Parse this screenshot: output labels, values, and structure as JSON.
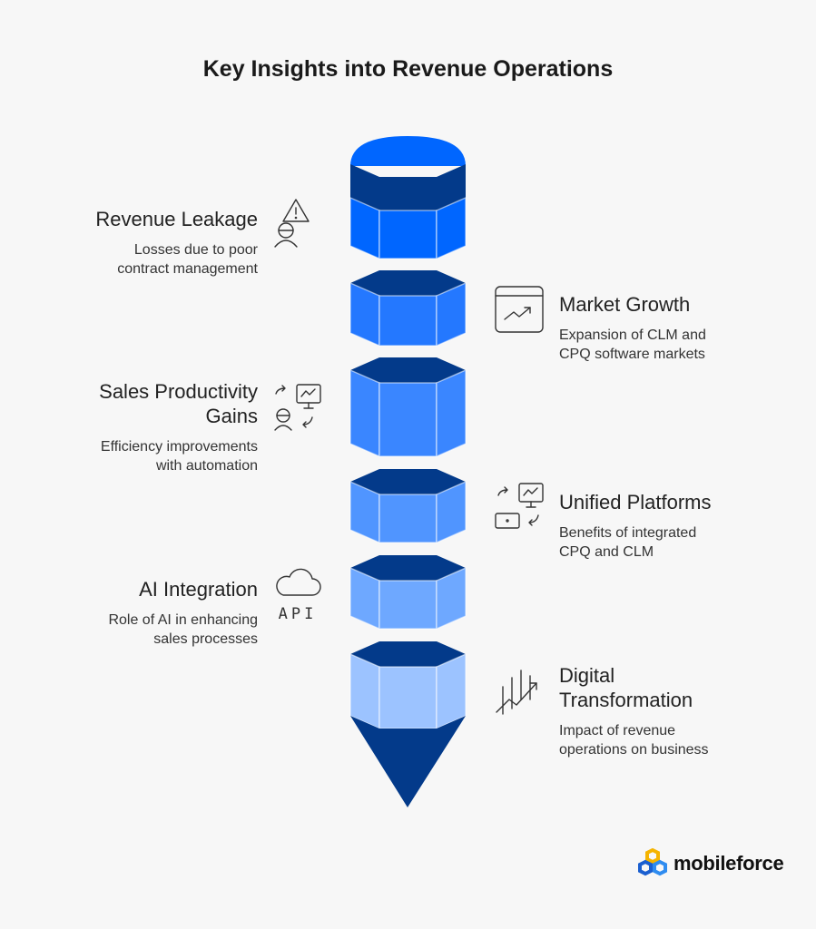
{
  "title": "Key Insights into Revenue Operations",
  "items": [
    {
      "title": "Revenue Leakage",
      "desc": [
        "Losses due to poor",
        "contract management"
      ],
      "icon": "person-warning-icon"
    },
    {
      "title": "Market Growth",
      "desc": [
        "Expansion of CLM and",
        "CPQ software markets"
      ],
      "icon": "chart-growth-icon"
    },
    {
      "title": "Sales Productivity Gains",
      "title_lines": [
        "Sales Productivity",
        "Gains"
      ],
      "desc": [
        "Efficiency improvements",
        "with automation"
      ],
      "icon": "person-monitor-icon"
    },
    {
      "title": "Unified Platforms",
      "desc": [
        "Benefits of integrated",
        "CPQ and CLM"
      ],
      "icon": "device-sync-icon"
    },
    {
      "title": "AI Integration",
      "desc": [
        "Role of AI in enhancing",
        "sales processes"
      ],
      "icon": "cloud-api-icon"
    },
    {
      "title": "Digital Transformation",
      "title_lines": [
        "Digital",
        "Transformation"
      ],
      "desc": [
        "Impact of revenue",
        "operations on business"
      ],
      "icon": "trend-chart-icon"
    }
  ],
  "api_label": "API",
  "logo": {
    "text": "mobileforce"
  },
  "colors": {
    "dark": "#033a8a",
    "segments": [
      "#0066ff",
      "#2478ff",
      "#3a86ff",
      "#5095ff",
      "#6ea8ff",
      "#9cc3ff"
    ],
    "background": "#f7f7f7"
  }
}
